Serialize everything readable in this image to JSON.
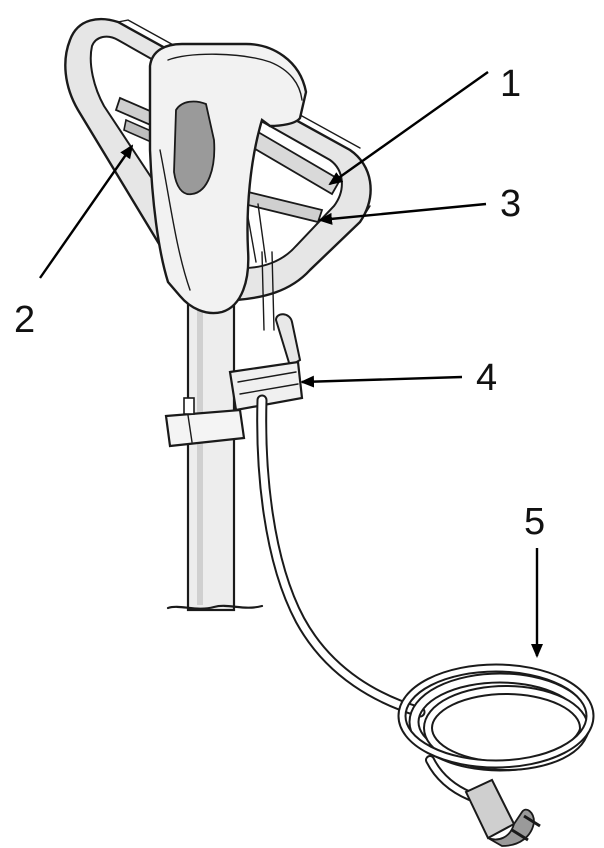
{
  "figure": {
    "callouts": [
      {
        "label": "1"
      },
      {
        "label": "2"
      },
      {
        "label": "3"
      },
      {
        "label": "4"
      },
      {
        "label": "5"
      }
    ]
  },
  "colors": {
    "line": "#1a1a1a",
    "shade_light": "#e6e6e6",
    "shade_mid": "#cfcfcf",
    "shade_dark": "#9a9a9a",
    "background": "#ffffff"
  }
}
